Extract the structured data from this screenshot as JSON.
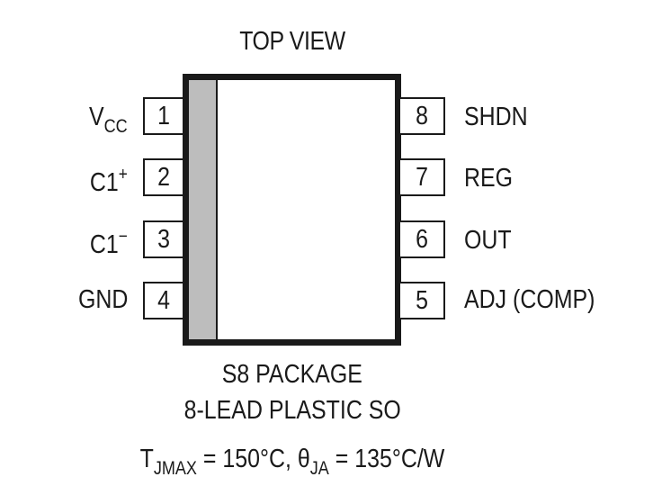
{
  "diagram": {
    "title": "TOP VIEW",
    "package": {
      "name": "S8 PACKAGE",
      "description": "8-LEAD PLASTIC SO",
      "thermal": {
        "tj_symbol": "T",
        "tj_sub": "JMAX",
        "tj_value": "= 150°C,",
        "theta_symbol": "θ",
        "theta_sub": "JA",
        "theta_value": "= 135°C/W"
      }
    },
    "colors": {
      "outline": "#1a1a1a",
      "pin1_stripe": "#bdbdbd",
      "background": "#ffffff"
    },
    "left_pins": [
      {
        "number": "1",
        "name": "V",
        "sub": "CC",
        "sup": ""
      },
      {
        "number": "2",
        "name": "C1",
        "sub": "",
        "sup": "+"
      },
      {
        "number": "3",
        "name": "C1",
        "sub": "",
        "sup": "−"
      },
      {
        "number": "4",
        "name": "GND",
        "sub": "",
        "sup": ""
      }
    ],
    "right_pins": [
      {
        "number": "8",
        "name": "SHDN"
      },
      {
        "number": "7",
        "name": "REG"
      },
      {
        "number": "6",
        "name": "OUT"
      },
      {
        "number": "5",
        "name": "ADJ (COMP)"
      }
    ]
  }
}
